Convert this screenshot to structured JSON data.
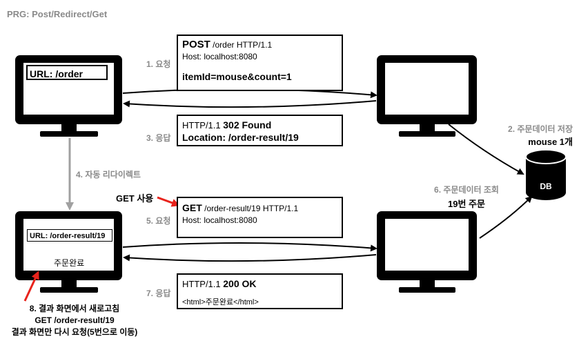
{
  "title": "PRG: Post/Redirect/Get",
  "client_top": {
    "url": "URL: /order"
  },
  "client_bottom": {
    "url": "URL: /order-result/19",
    "content": "주문완료"
  },
  "msg1": {
    "step": "1. 요청",
    "l1_bold": "POST",
    "l1_rest": " /order HTTP/1.1",
    "l2": "Host: localhost:8080",
    "l3": "itemId=mouse&count=1"
  },
  "msg3": {
    "step": "3. 응답",
    "l1_pre": "HTTP/1.1 ",
    "l1_bold": "302 Found",
    "l2": "Location: /order-result/19"
  },
  "msg5": {
    "step": "5. 요청",
    "l1_bold": "GET",
    "l1_rest": " /order-result/19 HTTP/1.1",
    "l2": "Host: localhost:8080"
  },
  "msg7": {
    "step": "7. 응답",
    "l1_pre": "HTTP/1.1 ",
    "l1_bold": "200 OK",
    "l2": "<html>주문완료</html>"
  },
  "step2": {
    "l1": "2. 주문데이터 저장",
    "l2": "mouse 1개"
  },
  "step4": "4. 자동 리다이렉트",
  "step6": {
    "l1": "6. 주문데이터 조회",
    "l2": "19번 주문"
  },
  "db_label": "DB",
  "get_use": "GET 사용",
  "step8": {
    "l1": "8. 결과 화면에서 새로고침",
    "l2": "GET /order-result/19",
    "l3": "결과 화면만 다시 요청(5번으로 이동)"
  },
  "colors": {
    "arrow_gray": "#a0a0a0",
    "red": "#e8231c",
    "label_gray": "#8a8a8a"
  }
}
